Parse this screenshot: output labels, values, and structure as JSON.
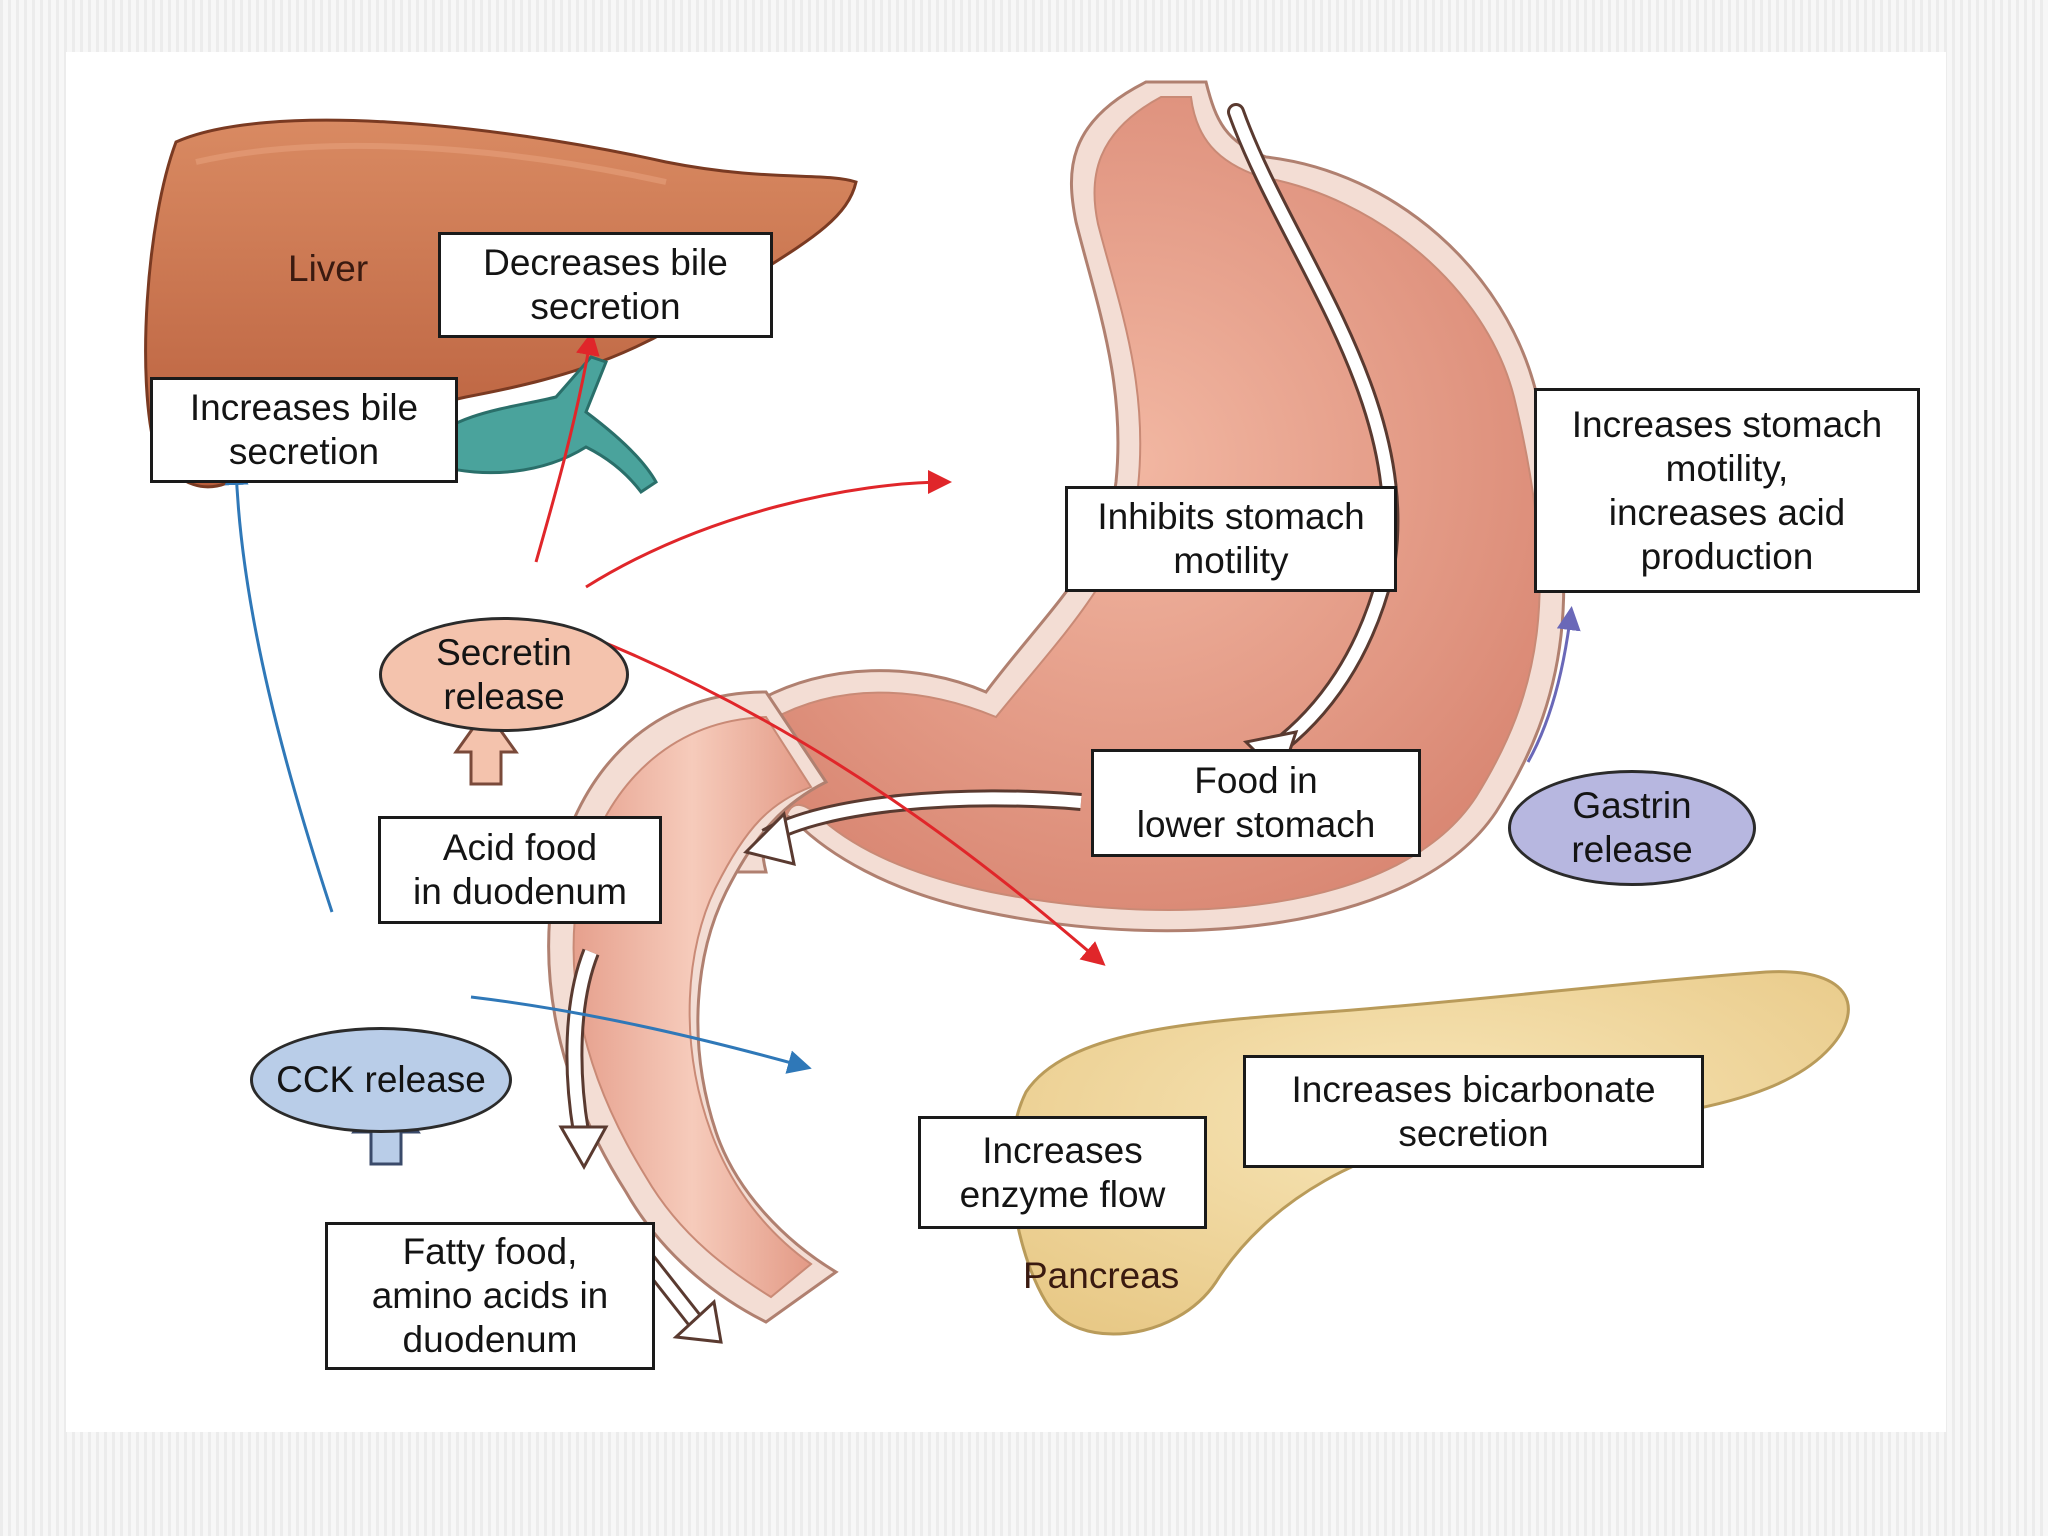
{
  "organs": {
    "liver": "Liver",
    "pancreas": "Pancreas"
  },
  "boxes": {
    "decreases_bile": "Decreases bile\nsecretion",
    "increases_bile": "Increases bile\nsecretion",
    "inhibits_motility": "Inhibits stomach\nmotility",
    "increases_motility": "Increases stomach\nmotility,\nincreases acid\nproduction",
    "food_lower_stomach": "Food in\nlower stomach",
    "acid_food": "Acid food\nin duodenum",
    "increases_bicarbonate": "Increases bicarbonate\nsecretion",
    "increases_enzyme": "Increases\nenzyme flow",
    "fatty_food": "Fatty food,\namino acids in\nduodenum"
  },
  "hormones": {
    "secretin": "Secretin\nrelease",
    "gastrin": "Gastrin\nrelease",
    "cck": "CCK release"
  },
  "colors": {
    "secretin_arrow": "#e0262a",
    "cck_arrow": "#2f78b8",
    "gastrin_arrow": "#6a68b8",
    "secretin_fill": "#f4c3ad",
    "gastrin_fill": "#b7b7e0",
    "cck_fill": "#b9cde8",
    "liver": "#c8704a",
    "stomach": "#e8a08a",
    "pancreas": "#f0d9a0"
  }
}
